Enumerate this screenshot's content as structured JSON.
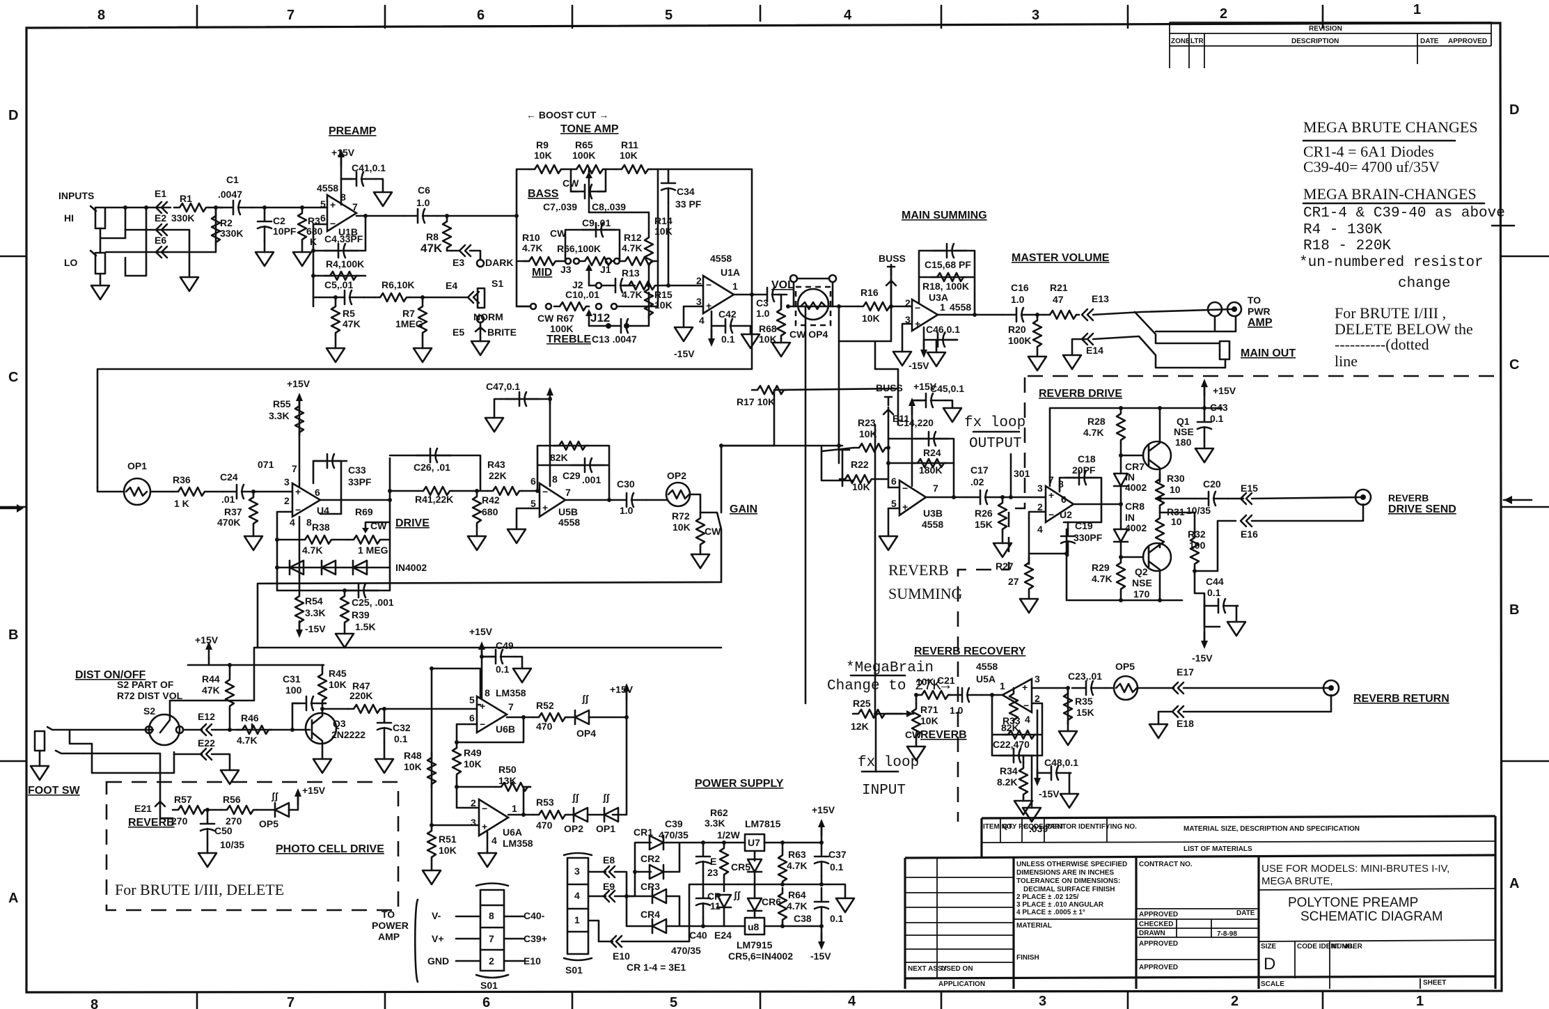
{
  "document": {
    "type": "schematic",
    "title": "POLYTONE PREAMP",
    "subtitle": "SCHEMATIC DIAGRAM"
  },
  "zones": {
    "top": [
      "8",
      "7",
      "6",
      "5",
      "4",
      "3",
      "2",
      "1"
    ],
    "bottom": [
      "8",
      "7",
      "6",
      "5",
      "4",
      "3",
      "2",
      "1"
    ],
    "left": [
      "D",
      "C",
      "B",
      "A"
    ],
    "right": [
      "D",
      "C",
      "B",
      "A"
    ]
  },
  "revision_block": {
    "title": "REVISION",
    "columns": [
      "ZONE",
      "LTR",
      "DESCRIPTION",
      "DATE",
      "APPROVED"
    ]
  },
  "notes": {
    "mega_brute_title": "MEGA BRUTE CHANGES",
    "mega_brute_lines": [
      "CR1-4 = 6A1 Diodes",
      "C39-40= 4700 uf/35V"
    ],
    "mega_brain_title": "MEGA BRAIN-CHANGES",
    "mega_brain_lines": [
      "CR1-4 & C39-40 as above",
      "R4 - 130K",
      "R18 - 220K",
      "*un-numbered resistor",
      "change"
    ],
    "brute_delete_lines": [
      "For BRUTE I/III ,",
      "DELETE BELOW the",
      "----------(dotted",
      "line"
    ],
    "megabrain_change_1": "*MegaBrain",
    "megabrain_change_2": "Change to 27K→",
    "fx_loop_output_1": "fx loop",
    "fx_loop_output_2": "OUTPUT",
    "fx_loop_input_1": "fx loop",
    "fx_loop_input_2": "INPUT",
    "photo_delete": "For BRUTE I/III, DELETE"
  },
  "sections": {
    "preamp": "PREAMP",
    "tone_amp": "TONE AMP",
    "boost_cut": "← BOOST   CUT →",
    "main_summing": "MAIN SUMMING",
    "master_volume": "MASTER VOLUME",
    "drive": "DRIVE",
    "gain": "GAIN",
    "reverb_drive": "REVERB DRIVE",
    "reverb_summing_1": "REVERB",
    "reverb_summing_2": "SUMMING",
    "reverb_recovery": "REVERB RECOVERY",
    "dist_on_off": "DIST ON/OFF",
    "s2_note_1": "S2 PART OF",
    "s2_note_2": "R72 DIST VOL",
    "photo_cell_drive": "PHOTO CELL DRIVE",
    "power_supply": "POWER SUPPLY",
    "foot_sw": "FOOT SW",
    "vol": "VOL",
    "bass": "BASS",
    "mid": "MID",
    "treble": "TREBLE",
    "reverb_pot": "REVERB",
    "reverb_e21": "REVERB"
  },
  "io": {
    "inputs": "INPUTS",
    "hi": "HI",
    "lo": "LO",
    "to_pwr_amp": [
      "TO",
      "PWR",
      "AMP"
    ],
    "main_out": "MAIN OUT",
    "reverb_drive_send": [
      "REVERB",
      "DRIVE SEND"
    ],
    "reverb_return": "REVERB RETURN",
    "to_power_amp": [
      "TO",
      "POWER",
      "AMP"
    ],
    "dark": "DARK",
    "brite": "BRITE",
    "norm": "NORM",
    "buss": "BUSS",
    "cr_note": "CR 1-4 = 3E1",
    "cr56_note": "CR5,6=IN4002",
    "in4002": "IN4002"
  },
  "connector": {
    "left": [
      {
        "signal": "V-",
        "pin": "8",
        "dest": "C40-"
      },
      {
        "signal": "V+",
        "pin": "7",
        "dest": "C39+"
      },
      {
        "signal": "GND",
        "pin": "2",
        "dest": "E10"
      }
    ],
    "right_pins": [
      "3",
      "4",
      "1"
    ],
    "name": "S01"
  },
  "components": {
    "E1": "E1",
    "E2": "E2",
    "E6": "E6",
    "R1": [
      "R1",
      "330K"
    ],
    "R2": [
      "R2",
      "330K"
    ],
    "C1": [
      "C1",
      ".0047"
    ],
    "C2": [
      "C2",
      "10PF"
    ],
    "R3": [
      "R3",
      "680",
      "K"
    ],
    "U1B": "U1B",
    "U1B_type": "4558",
    "C41": "C41,0.1",
    "C4": "C4,33PF",
    "R4": "R4,100K",
    "C5": "C5,.01",
    "R6": "R6,10K",
    "R5": [
      "R5",
      "47K"
    ],
    "R7": [
      "R7",
      "1MEG"
    ],
    "C6": [
      "C6",
      "1.0"
    ],
    "R8": [
      "R8",
      "47K"
    ],
    "E3": "E3",
    "E4": "E4",
    "E5": "E5",
    "S1": "S1",
    "R9": [
      "R9",
      "10K"
    ],
    "R65": [
      "R65",
      "100K"
    ],
    "R11": [
      "R11",
      "10K"
    ],
    "C7": "C7,.039",
    "C8": "C8,.039",
    "C34": [
      "C34",
      "33 PF"
    ],
    "R14": [
      "R14",
      "10K"
    ],
    "C9": "C9,.01",
    "R10": [
      "R10",
      "4.7K"
    ],
    "R12": [
      "R12",
      "4.7K"
    ],
    "R66": "R66,100K",
    "J3": "J3",
    "J1": "J1",
    "J2": "J2",
    "R13": [
      "R13",
      "4.7K"
    ],
    "C10": "C10,.01",
    "R67": [
      "CW R67",
      "100K"
    ],
    "J12": "J12",
    "C13": "C13 .0047",
    "R15": [
      "R15",
      "10K"
    ],
    "U1A": [
      "4558",
      "U1A"
    ],
    "C42": [
      "C42",
      "0.1"
    ],
    "C3": [
      "C3",
      "1.0"
    ],
    "R68": [
      "R68",
      "10K"
    ],
    "OP4": "CW  OP4",
    "R16": [
      "R16",
      "10K"
    ],
    "C15": "C15,68 PF",
    "R18": "R18, 100K",
    "U3A": "U3A",
    "U3A_type": "4558",
    "C46": "C46,0.1",
    "C16": [
      "C16",
      "1.0"
    ],
    "R21": [
      "R21",
      "47"
    ],
    "E13": "E13",
    "R20": [
      "R20",
      "100K"
    ],
    "E14": "E14",
    "OP1": "OP1",
    "R36": [
      "R36",
      "1 K"
    ],
    "C24": [
      "C24",
      ".01"
    ],
    "R37": [
      "R37",
      "470K"
    ],
    "U4": "U4",
    "U4_type": "071",
    "R55": [
      "R55",
      "3.3K"
    ],
    "C33": [
      "C33",
      "33PF"
    ],
    "R38": [
      "R38",
      "4.7K"
    ],
    "R69": [
      "R69",
      "1 MEG"
    ],
    "C26": "C26, .01",
    "R41": "R41,22K",
    "C25": "C25, .001",
    "R54": [
      "R54",
      "3.3K"
    ],
    "R39": [
      "R39",
      "1.5K"
    ],
    "C47": "C47,0.1",
    "R43": [
      "R43",
      "22K"
    ],
    "R42": [
      "R42",
      "680"
    ],
    "R82": "82K",
    "C29": [
      "C29",
      ".001"
    ],
    "U5B": [
      "U5B",
      "4558"
    ],
    "C30": [
      "C30",
      "1.0"
    ],
    "OP2": "OP2",
    "R72": [
      "R72",
      "10K"
    ],
    "R17": "R17  10K",
    "R23": [
      "R23",
      "10K"
    ],
    "R22": [
      "R22",
      "10K"
    ],
    "E11": "E11",
    "C45": "C45,0.1",
    "C14": "C14,220",
    "R24": [
      "R24",
      "180K"
    ],
    "U3B": [
      "U3B",
      "4558"
    ],
    "C17": [
      "C17",
      ".02"
    ],
    "R26": [
      "R26",
      "15K"
    ],
    "R27": [
      "R27",
      "27"
    ],
    "U2_type": "301",
    "U2": "U2",
    "C18": [
      "C18",
      "20PF"
    ],
    "C19": [
      "C19",
      "330PF"
    ],
    "R28": [
      "R28",
      "4.7K"
    ],
    "Q1": [
      "Q1",
      "NSE",
      "180"
    ],
    "CR7": [
      "CR7",
      "IN",
      "4002"
    ],
    "CR8": [
      "CR8",
      "IN",
      "4002"
    ],
    "Q2": [
      "Q2",
      "NSE",
      "170"
    ],
    "R29": [
      "R29",
      "4.7K"
    ],
    "R30": [
      "R30",
      "10"
    ],
    "R31": [
      "R31",
      "10"
    ],
    "R32": [
      "R32",
      "100"
    ],
    "C20": [
      "C20",
      "10/35"
    ],
    "C43": [
      "C43",
      "0.1"
    ],
    "C44": [
      "C44",
      "0.1"
    ],
    "E15": "E15",
    "E16": "E16",
    "R71": [
      "R71",
      "10K"
    ],
    "R71_series": "10K",
    "C21": [
      "C21",
      "1.0"
    ],
    "U5A": [
      "4558",
      "U5A"
    ],
    "R33": [
      "R33",
      "82K"
    ],
    "C22": "C22,470",
    "R34": [
      "R34",
      "8.2K"
    ],
    "C48": "C48,0.1",
    "C_039": ".039",
    "C23": "C23,.01",
    "R35": [
      "R35",
      "15K"
    ],
    "OP5": "OP5",
    "E17": "E17",
    "E18": "E18",
    "R25": [
      "R25",
      "12K"
    ],
    "R44": [
      "R44",
      "47K"
    ],
    "R45": [
      "R45",
      "10K"
    ],
    "C31": [
      "C31",
      "100"
    ],
    "R47": [
      "R47",
      "220K"
    ],
    "S2": "S2",
    "E12": "E12",
    "E22": "E22",
    "R46": [
      "R46",
      "4.7K"
    ],
    "Q3": [
      "Q3",
      "2N2222"
    ],
    "C32": [
      "C32",
      "0.1"
    ],
    "R48": [
      "R48",
      "10K"
    ],
    "E21": "E21",
    "R57": [
      "R57",
      "270"
    ],
    "R56": [
      "R56",
      "270"
    ],
    "C50": [
      "C50",
      "10/35"
    ],
    "OP5_led": "OP5",
    "C49": [
      "C49",
      "0.1"
    ],
    "U6B": [
      "LM358",
      "U6B"
    ],
    "R52": [
      "R52",
      "470"
    ],
    "OP4_led": "OP4",
    "R49": [
      "R49",
      "10K"
    ],
    "R50": [
      "R50",
      "13K"
    ],
    "U6A": [
      "U6A",
      "LM358"
    ],
    "R53": [
      "R53",
      "470"
    ],
    "OP2_led": "OP2",
    "OP1_led": "OP1",
    "R51": [
      "R51",
      "10K"
    ],
    "CR1": "CR1",
    "CR2": "CR2",
    "CR3": "CR3",
    "CR4": "CR4",
    "C39": [
      "C39",
      "470/35"
    ],
    "C40": [
      "C40",
      "470/35"
    ],
    "E8": "E8",
    "E9": "E9",
    "E10": "E10",
    "E23": [
      "E",
      "23"
    ],
    "CR11": [
      "CR",
      "11"
    ],
    "E24": "E24",
    "R62": [
      "R62",
      "3.3K",
      "1/2W"
    ],
    "U7": [
      "LM7815",
      "U7"
    ],
    "U8": [
      "u8",
      "LM7915"
    ],
    "CR5": "CR5",
    "CR6": "CR6",
    "R63": [
      "R63",
      "4.7K"
    ],
    "R64": [
      "R64",
      "4.7K"
    ],
    "C37": [
      "C37",
      "0.1"
    ],
    "C38": [
      "C38",
      "0.1"
    ]
  },
  "rails": {
    "pos": "+15V",
    "neg": "-15V"
  },
  "title_block": {
    "list_header": [
      "ITEM NO.",
      "QTY REQD",
      "CODE IDENT",
      "PART OR IDENTIFYING NO.",
      "MATERIAL SIZE, DESCRIPTION AND SPECIFICATION"
    ],
    "list_title": "LIST OF MATERIALS",
    "tolerance": [
      "UNLESS OTHERWISE SPECIFIED",
      "DIMENSIONS ARE IN INCHES",
      "TOLERANCE ON DIMENSIONS:",
      "DECIMAL   SURFACE FINISH",
      "2 PLACE ± .02      125/",
      "3 PLACE ± .010   ANGULAR",
      "4 PLACE ± .0005    ± 1°"
    ],
    "material": "MATERIAL",
    "finish": "FINISH",
    "contract": "CONTRACT NO.",
    "approved": "APPROVED",
    "date": "DATE",
    "checked": "CHECKED",
    "drawn": "DRAWN",
    "drawn_date": "7-8-98",
    "use_for": "USE FOR MODELS: MINI-BRUTES I-IV,",
    "use_for_2": "MEGA BRUTE,",
    "size_label": "SIZE",
    "size": "D",
    "code_ident": "CODE IDENT NO.",
    "number": "NUMBER",
    "scale": "SCALE",
    "sheet": "SHEET",
    "next_assy": "NEXT ASSY",
    "used_on": "USED ON",
    "application": "APPLICATION"
  }
}
